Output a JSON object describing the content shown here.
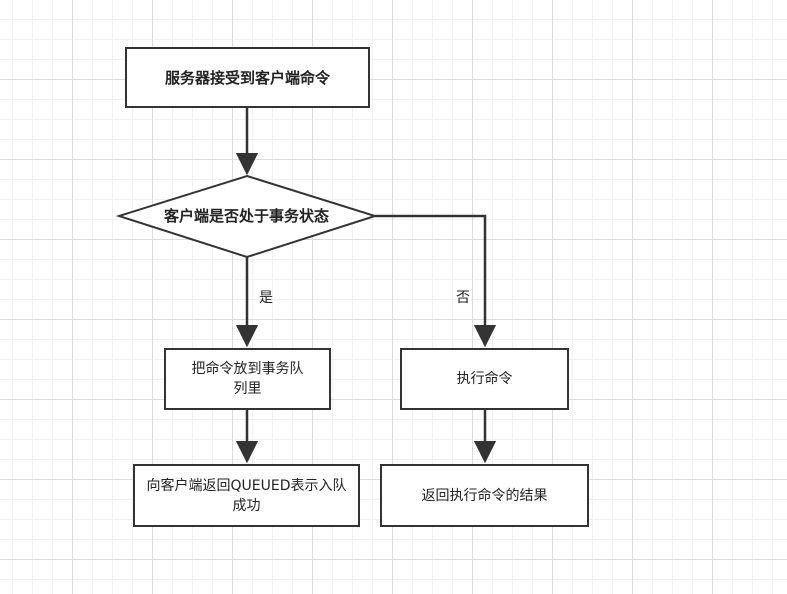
{
  "nodes": {
    "start": "服务器接受到客户端命令",
    "decision": "客户端是否处于事务状态",
    "enqueue": "把命令放到事务队列里",
    "reply_queued": "向客户端返回QUEUED表示入队成功",
    "execute": "执行命令",
    "reply_result": "返回执行命令的结果"
  },
  "edges": {
    "yes_label": "是",
    "no_label": "否"
  },
  "colors": {
    "stroke": "#333333",
    "grid": "#dcdcdc"
  }
}
